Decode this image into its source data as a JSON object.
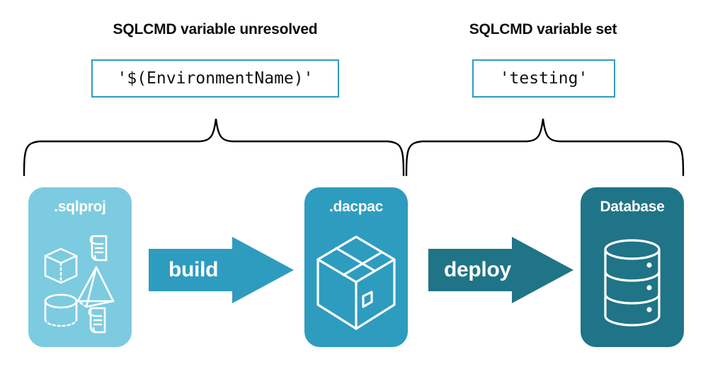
{
  "headings": {
    "left": "SQLCMD variable unresolved",
    "right": "SQLCMD variable set"
  },
  "values": {
    "left": "'$(EnvironmentName)'",
    "right": "'testing'"
  },
  "cards": [
    {
      "id": "sqlproj",
      "title": ".sqlproj",
      "color": "#7DCBE0",
      "icon": "project-objects-icon"
    },
    {
      "id": "dacpac",
      "title": ".dacpac",
      "color": "#2E9CBF",
      "icon": "package-box-icon"
    },
    {
      "id": "database",
      "title": "Database",
      "color": "#207487",
      "icon": "database-cylinder-icon"
    }
  ],
  "arrows": [
    {
      "id": "build",
      "label": "build",
      "color": "#2E9CBF",
      "icon": "arrow-right-icon"
    },
    {
      "id": "deploy",
      "label": "deploy",
      "color": "#207487",
      "icon": "arrow-right-icon"
    }
  ],
  "braces": [
    {
      "id": "left",
      "icon": "curly-brace-up-icon",
      "spans": [
        "sqlproj",
        "build",
        "dacpac"
      ]
    },
    {
      "id": "right",
      "icon": "curly-brace-up-icon",
      "spans": [
        "dacpac",
        "deploy",
        "database"
      ]
    }
  ],
  "colors": {
    "accent_light": "#7DCBE0",
    "accent_mid": "#2E9CBF",
    "accent_dark": "#207487",
    "text": "#0D0D0D",
    "stroke": "#000000",
    "background": "#FFFFFF"
  }
}
